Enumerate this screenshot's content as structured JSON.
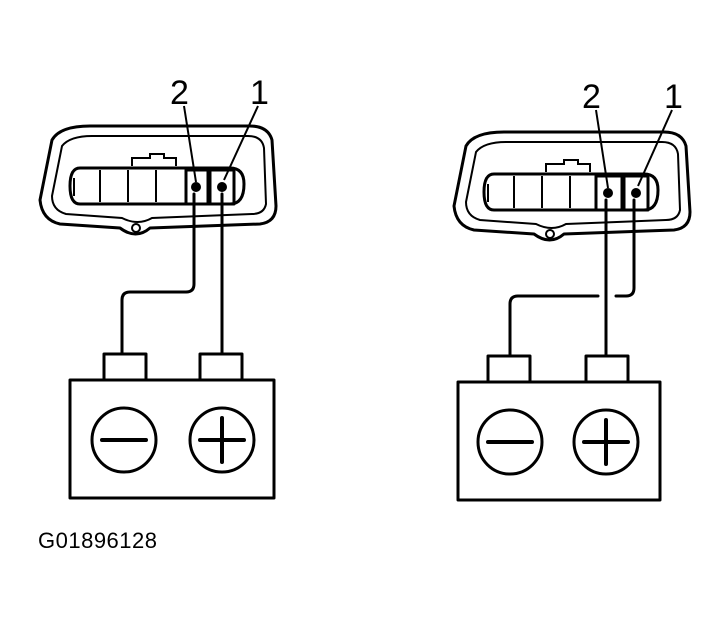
{
  "figure_id": "G01896128",
  "diagrams": [
    {
      "label_terminal_2": "2",
      "label_terminal_1": "1",
      "battery_negative": "−",
      "battery_positive": "+"
    },
    {
      "label_terminal_2": "2",
      "label_terminal_1": "1",
      "battery_negative": "−",
      "battery_positive": "+"
    }
  ]
}
